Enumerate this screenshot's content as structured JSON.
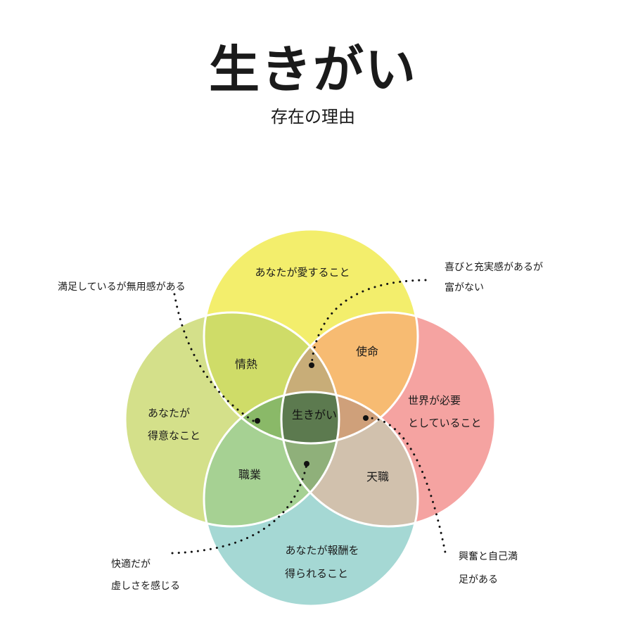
{
  "title": "生きがい",
  "subtitle": "存在の理由",
  "circles": {
    "love": {
      "label": "あなたが愛すること",
      "color": "#f3ee6c"
    },
    "good_at": {
      "lines": [
        "あなたが",
        "得意なこと"
      ],
      "color": "#d4e08a"
    },
    "world_needs": {
      "lines": [
        "世界が必要",
        "としていること"
      ],
      "color": "#f5a3a1"
    },
    "paid_for": {
      "lines": [
        "あなたが報酬を",
        "得られること"
      ],
      "color": "#a5d8d4"
    }
  },
  "overlaps": {
    "passion": {
      "label": "情熱",
      "color": "#cfdc68"
    },
    "mission": {
      "label": "使命",
      "color": "#f7bb72"
    },
    "profession": {
      "label": "職業",
      "color": "#a6d193"
    },
    "vocation": {
      "label": "天職",
      "color": "#d1c1ad"
    },
    "center": {
      "label": "生きがい",
      "color": "#5c7a4f"
    },
    "triple_top": {
      "color": "#c8ad78"
    },
    "triple_left": {
      "color": "#8ab968"
    },
    "triple_right": {
      "color": "#cfa07a"
    },
    "triple_bottom": {
      "color": "#8fb07a"
    }
  },
  "notes": {
    "top_left": {
      "lines": [
        "満足しているが無用感がある"
      ]
    },
    "top_right": {
      "lines": [
        "喜びと充実感があるが",
        "富がない"
      ]
    },
    "bottom_left": {
      "lines": [
        "快適だが",
        "虚しさを感じる"
      ]
    },
    "bottom_right": {
      "lines": [
        "興奮と自己満",
        "足がある"
      ]
    }
  }
}
